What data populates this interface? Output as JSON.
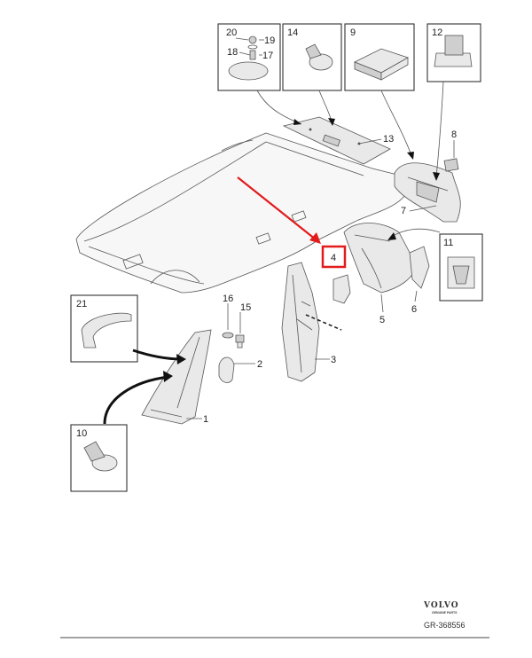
{
  "diagram": {
    "part_numbers": {
      "p1": "1",
      "p2": "2",
      "p3": "3",
      "p4": "4",
      "p5": "5",
      "p6": "6",
      "p7": "7",
      "p8": "8",
      "p13": "13",
      "p15": "15",
      "p16": "16",
      "p17": "17",
      "p18": "18",
      "p19": "19",
      "p20": "20"
    },
    "boxes": {
      "b9": "9",
      "b10": "10",
      "b11": "11",
      "b12": "12",
      "b14": "14",
      "b21": "21"
    },
    "highlight": {
      "label": "4",
      "color": "#e21b1b"
    },
    "arrow_color": "#e21b1b"
  },
  "footer": {
    "brand": "VOLVO",
    "brand_sub": "GENUINE PARTS",
    "reference": "GR-368556"
  }
}
